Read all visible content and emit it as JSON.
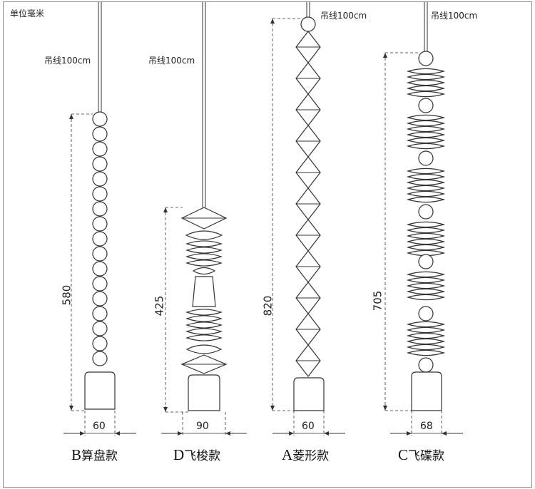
{
  "unit_note": "单位毫米",
  "lamps": [
    {
      "id": "B",
      "letter": "B",
      "name": "算盘款",
      "cable": "吊线100cm",
      "height": "580",
      "width": "60"
    },
    {
      "id": "D",
      "letter": "D",
      "name": "飞梭款",
      "cable": "吊线100cm",
      "height": "425",
      "width": "90"
    },
    {
      "id": "A",
      "letter": "A",
      "name": "菱形款",
      "cable": "吊线100cm",
      "height": "820",
      "width": "60"
    },
    {
      "id": "C",
      "letter": "C",
      "name": "飞碟款",
      "cable": "吊线100cm",
      "height": "705",
      "width": "68"
    }
  ]
}
